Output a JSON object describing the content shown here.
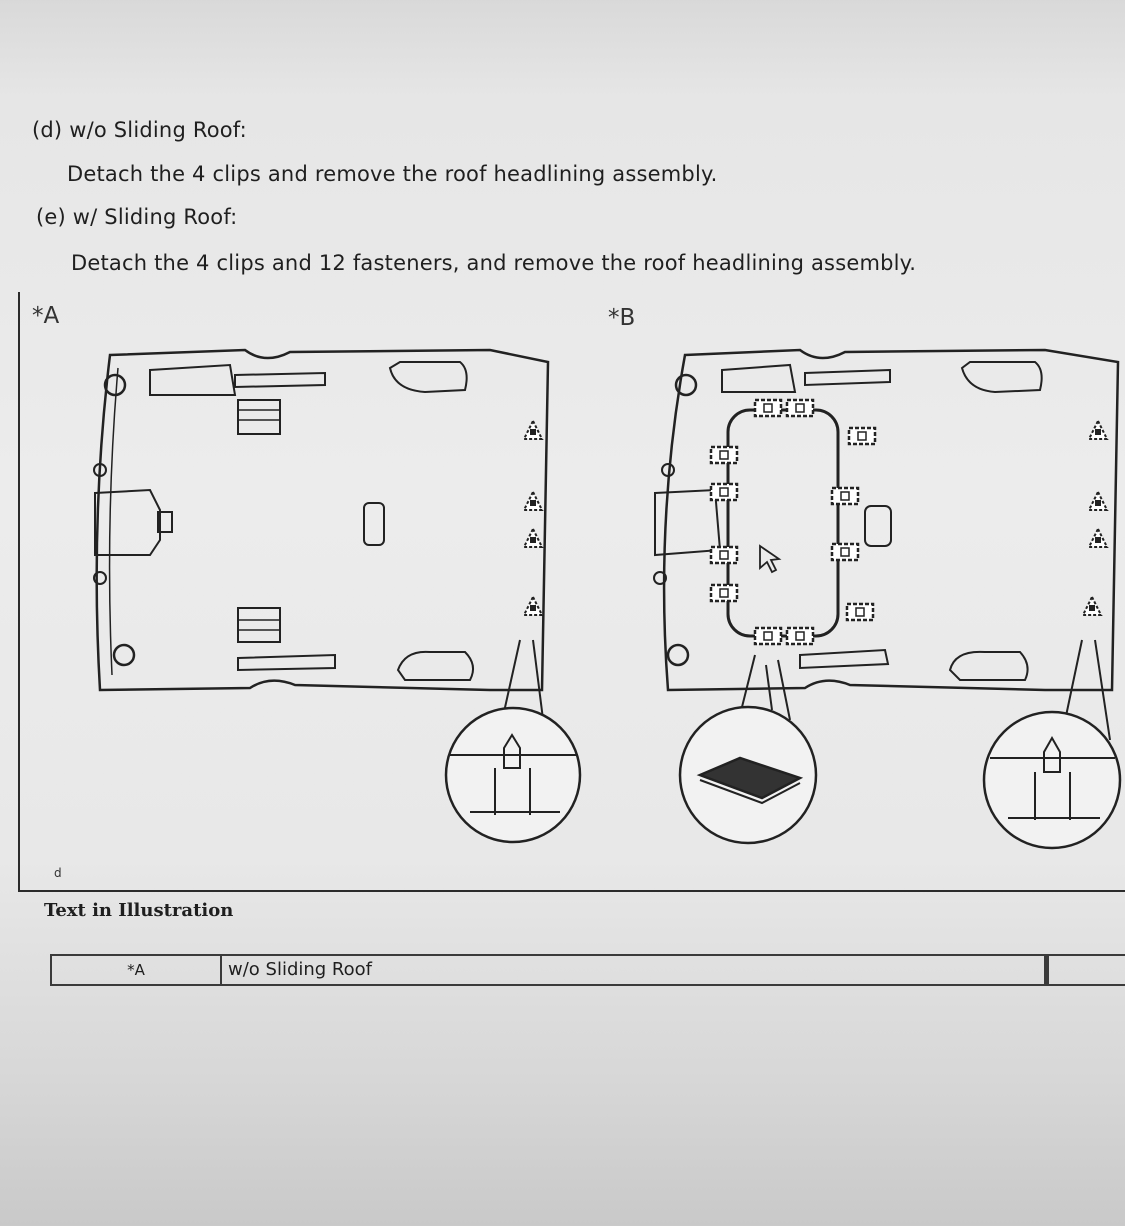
{
  "steps": {
    "d_heading": "(d) w/o Sliding Roof:",
    "d_body": "Detach the 4 clips and remove the roof headlining assembly.",
    "e_heading": "(e) w/ Sliding Roof:",
    "e_body": "Detach the 4 clips and 12 fasteners, and remove the roof headlining assembly."
  },
  "illustration": {
    "label_a": "*A",
    "label_b": "*B",
    "code": "d"
  },
  "legend": {
    "heading": "Text in Illustration",
    "rows": [
      {
        "key": "*A",
        "value": "w/o Sliding Roof"
      }
    ]
  }
}
